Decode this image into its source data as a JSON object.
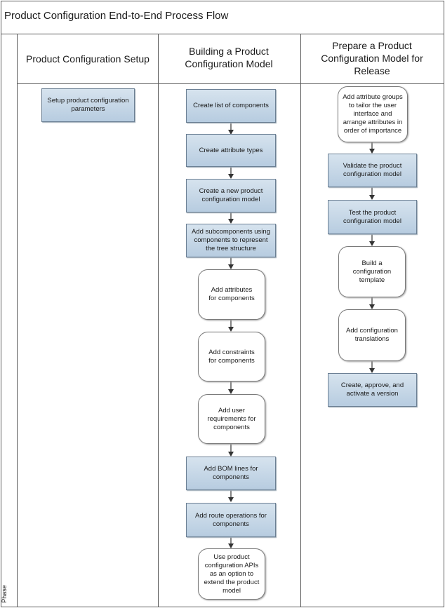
{
  "title": "Product Configuration End-to-End Process Flow",
  "phase_label": "Phase",
  "columns": [
    {
      "heading": "Product Configuration Setup",
      "steps": [
        {
          "text": "Setup product configuration parameters",
          "shape": "process"
        }
      ]
    },
    {
      "heading": "Building a Product Configuration Model",
      "steps": [
        {
          "text": "Create list of components",
          "shape": "process"
        },
        {
          "text": "Create attribute types",
          "shape": "process"
        },
        {
          "text": "Create a new product configuration model",
          "shape": "process"
        },
        {
          "text": "Add subcomponents using components to represent the tree structure",
          "shape": "process"
        },
        {
          "text": "Add attributes for components",
          "shape": "rounded"
        },
        {
          "text": "Add constraints for components",
          "shape": "rounded"
        },
        {
          "text": "Add user requirements for components",
          "shape": "rounded"
        },
        {
          "text": "Add BOM lines for components",
          "shape": "process"
        },
        {
          "text": "Add route operations for components",
          "shape": "process"
        },
        {
          "text": "Use product configuration APIs as an option to extend the product model",
          "shape": "rounded"
        }
      ]
    },
    {
      "heading": "Prepare a Product Configuration Model for Release",
      "steps": [
        {
          "text": "Add attribute groups to tailor the user interface and arrange attributes in order of importance",
          "shape": "rounded"
        },
        {
          "text": "Validate the product configuration model",
          "shape": "process"
        },
        {
          "text": "Test the product configuration model",
          "shape": "process"
        },
        {
          "text": "Build a configuration template",
          "shape": "rounded"
        },
        {
          "text": "Add configuration translations",
          "shape": "rounded"
        },
        {
          "text": "Create, approve, and activate a version",
          "shape": "process"
        }
      ]
    }
  ]
}
